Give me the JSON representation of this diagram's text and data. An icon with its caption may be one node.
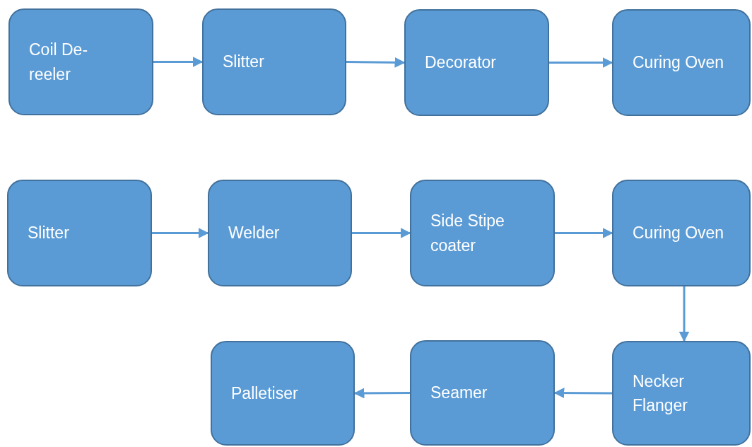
{
  "diagram": {
    "nodes": [
      {
        "text": [
          "Coil De-reeler"
        ]
      },
      {
        "text": [
          "Slitter"
        ]
      },
      {
        "text": [
          "Decorator"
        ]
      },
      {
        "text": [
          "Curing Oven"
        ]
      },
      {
        "text": [
          "Slitter"
        ]
      },
      {
        "text": [
          "Welder"
        ]
      },
      {
        "text": [
          "Side Stipe coater"
        ]
      },
      {
        "text": [
          "Curing Oven"
        ]
      },
      {
        "text": [
          "Necker Flanger"
        ]
      },
      {
        "text": [
          "Seamer"
        ]
      },
      {
        "text": [
          "Palletiser"
        ]
      }
    ],
    "edges": [
      {
        "from": 0,
        "to": 1,
        "arrow": "to"
      },
      {
        "from": 1,
        "to": 2,
        "arrow": "to"
      },
      {
        "from": 2,
        "to": 3,
        "arrow": "to"
      },
      {
        "from": 4,
        "to": 5,
        "arrow": "to"
      },
      {
        "from": 5,
        "to": 6,
        "arrow": "to"
      },
      {
        "from": 6,
        "to": 7,
        "arrow": "to"
      },
      {
        "from": 7,
        "to": 8,
        "arrow": "to"
      },
      {
        "from": 8,
        "to": 9,
        "arrow": "to"
      },
      {
        "from": 9,
        "to": 10,
        "arrow": "to"
      }
    ]
  }
}
